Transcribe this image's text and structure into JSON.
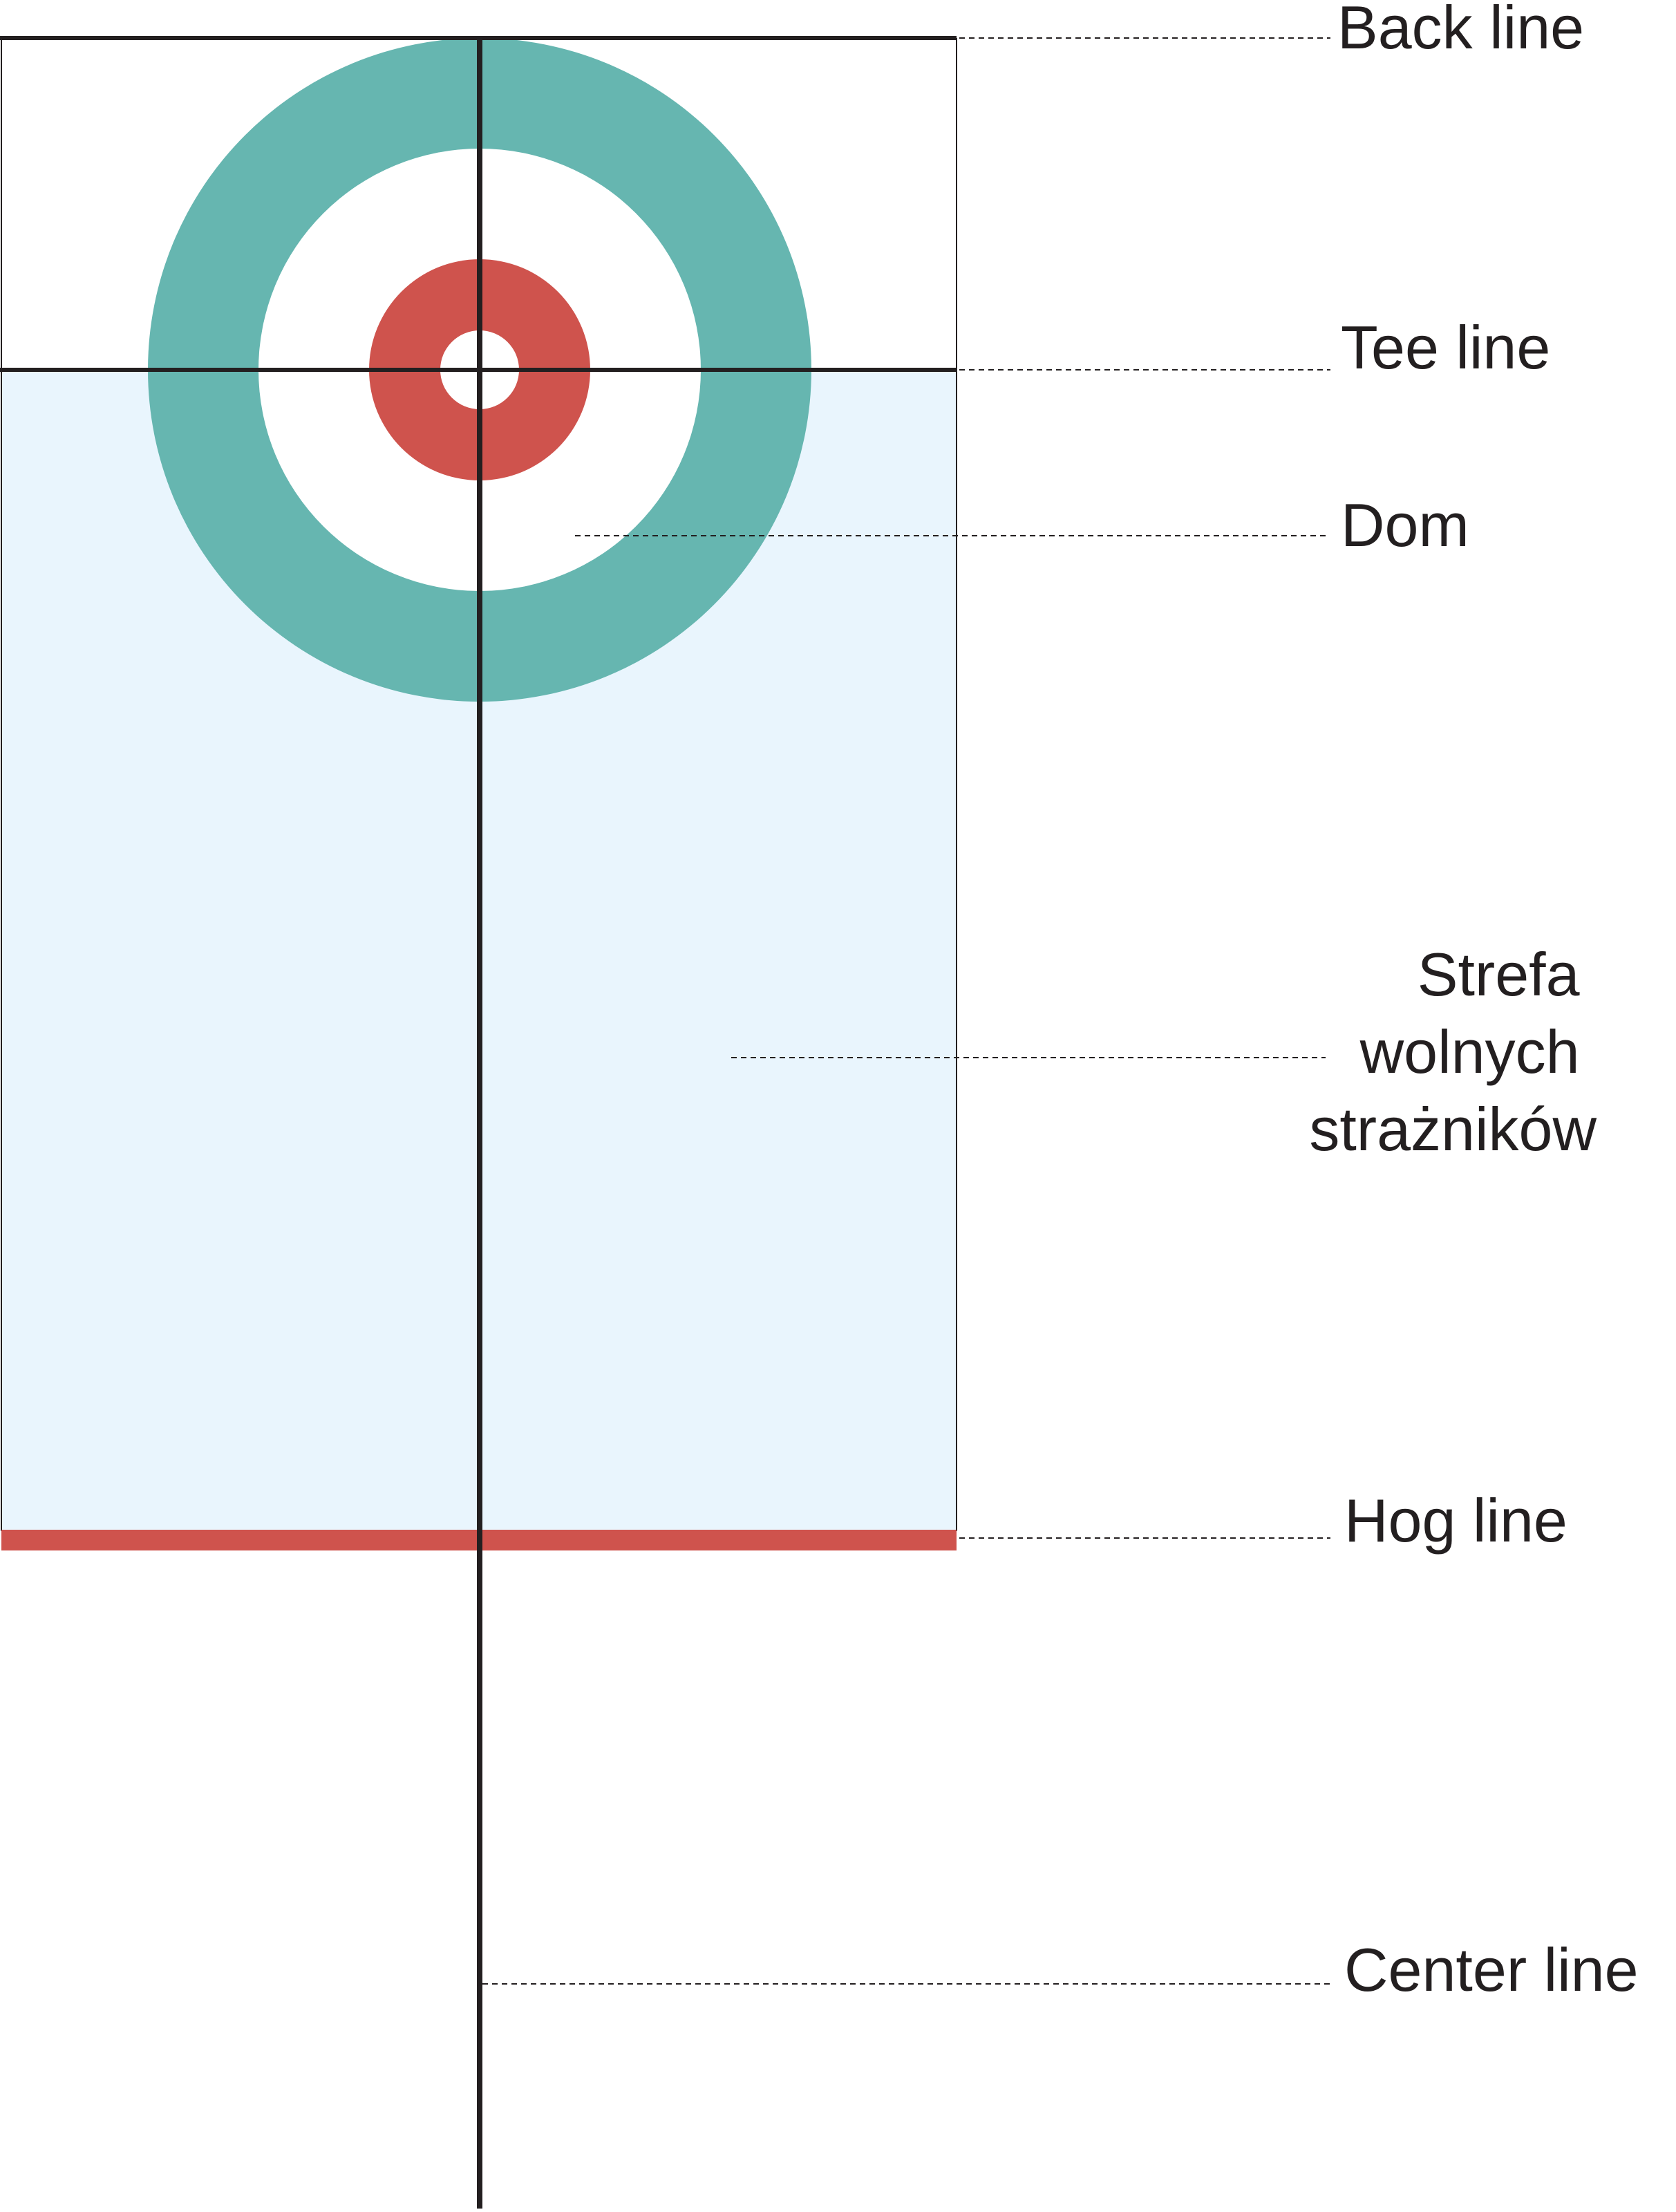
{
  "labels": {
    "back_line": "Back line",
    "tee_line": "Tee line",
    "house": "Dom",
    "free_guard_zone": [
      "Strefa",
      "wolnych",
      "strażników"
    ],
    "hog_line": "Hog line",
    "center_line": "Center line"
  },
  "colors": {
    "free_guard_zone_fill": "#e9f5fd",
    "house_outer_ring": "#66b6b0",
    "house_inner_ring": "#cf534d",
    "hog_line": "#cf534d",
    "lines": "#231f20",
    "background": "#ffffff"
  }
}
